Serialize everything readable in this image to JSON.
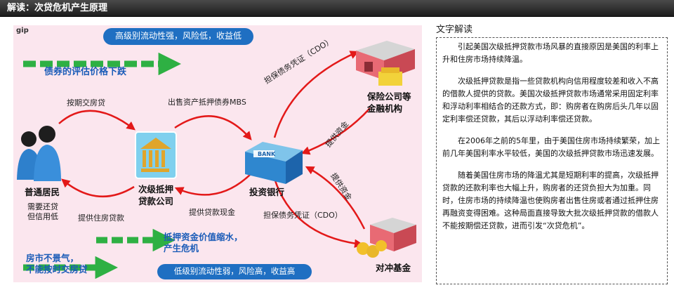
{
  "header": {
    "title": "解读：次贷危机产生原理"
  },
  "diagram": {
    "logo": "gip",
    "banner_top": "高级别流动性强，风险低，收益低",
    "banner_bottom": "低级别流动性弱，风险高，收益高",
    "trend_top": "债券的评估价格下跌",
    "trend_mid1": "抵押资金价值缩水，",
    "trend_mid2": "产生危机",
    "trend_bottom1": "房市不景气，",
    "trend_bottom2": "不能按时交房贷",
    "nodes": {
      "residents": "普通居民",
      "residents_note1": "需要还贷",
      "residents_note2": "但信用低",
      "subprime1": "次级抵押",
      "subprime2": "贷款公司",
      "bank": "投资银行",
      "bank_sign": "BANK",
      "insurance1": "保险公司等",
      "insurance2": "金融机构",
      "hedge": "对冲基金"
    },
    "edges": {
      "pay_loan": "按期交房贷",
      "sell_mbs": "出售资产抵押债券MBS",
      "cdo_top": "担保债务凭证（CDO）",
      "provide_funds_a": "提供资金",
      "provide_funds_b": "提供资金",
      "cdo_bottom": "担保债务凭证（CDO）",
      "loan_cash": "提供贷款现金",
      "provide_loan": "提供住房贷款"
    }
  },
  "text_panel": {
    "title": "文字解读",
    "paragraphs": [
      "引起美国次级抵押贷款市场风暴的直接原因是美国的利率上升和住房市场持续降温。",
      "次级抵押贷款是指一些贷款机构向信用程度较差和收入不高的借款人提供的贷款。美国次级抵押贷款市场通常采用固定利率和浮动利率相结合的还款方式，即：购房者在购房后头几年以固定利率偿还贷款，其后以浮动利率偿还贷款。",
      "在2006年之前的5年里，由于美国住房市场持续繁荣，加上前几年美国利率水平较低，美国的次级抵押贷款市场迅速发展。",
      "随着美国住房市场的降温尤其是短期利率的提高，次级抵押贷款的还款利率也大幅上升，购房者的还贷负担大为加重。同时，住房市场的持续降温也使购房者出售住房或者通过抵押住房再融资变得困难。这种局面直接导致大批次级抵押贷款的借款人不能按期偿还贷款，进而引发“次贷危机”。"
    ]
  },
  "colors": {
    "panel_bg": "#fbe6ee",
    "banner_blue": "#1f6fc2",
    "arrow_red": "#e31919",
    "trend_green": "#2eb043",
    "label_blue": "#1b5cb8"
  }
}
